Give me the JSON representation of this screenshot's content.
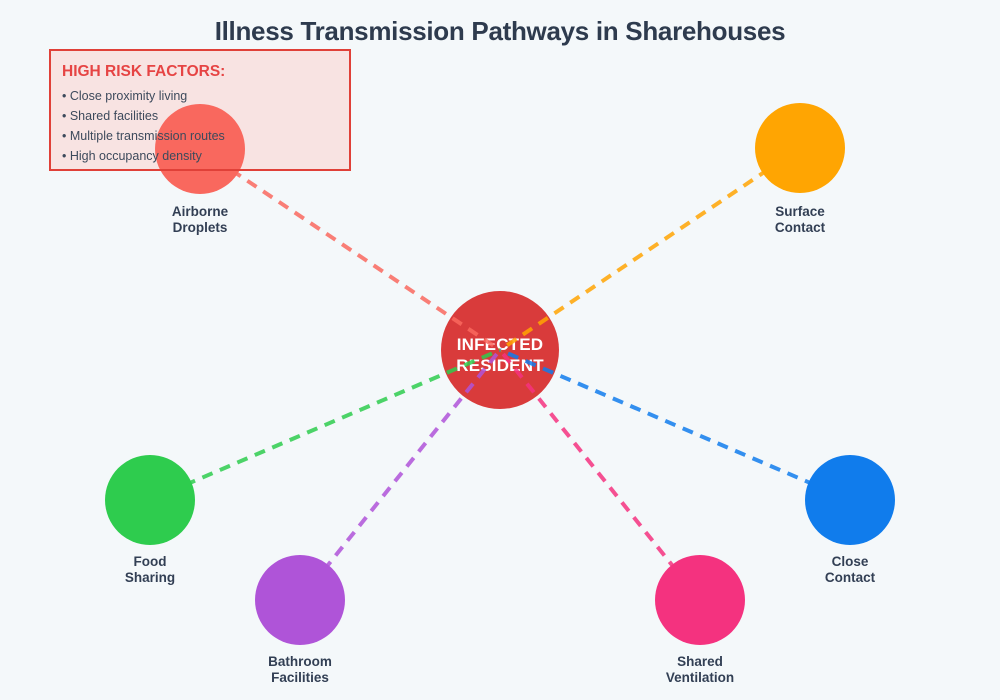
{
  "title": "Illness Transmission Pathways in Sharehouses",
  "background_color": "#F4F8FA",
  "title_color": "#2E3B4E",
  "label_color": "#323F54",
  "risk_box": {
    "title": "HIGH RISK FACTORS:",
    "title_color": "#E64444",
    "border_color": "#E04038",
    "fill_color": "#F8E3E2",
    "text_color": "#3D4A5C",
    "items": [
      "• Close proximity living",
      "• Shared facilities",
      "• Multiple transmission routes",
      "• High occupancy density"
    ]
  },
  "center_node": {
    "label_line1": "INFECTED",
    "label_line2": "RESIDENT",
    "color": "#D93B3B",
    "text_color": "#FFFFFF"
  },
  "pathways": [
    {
      "id": "airborne-droplets",
      "label_line1": "Airborne",
      "label_line2": "Droplets",
      "color": "#F9685E"
    },
    {
      "id": "surface-contact",
      "label_line1": "Surface",
      "label_line2": "Contact",
      "color": "#FFA502"
    },
    {
      "id": "food-sharing",
      "label_line1": "Food",
      "label_line2": "Sharing",
      "color": "#2ECC4E"
    },
    {
      "id": "bathroom-facilities",
      "label_line1": "Bathroom",
      "label_line2": "Facilities",
      "color": "#AF54D8"
    },
    {
      "id": "shared-ventilation",
      "label_line1": "Shared",
      "label_line2": "Ventilation",
      "color": "#F4327F"
    },
    {
      "id": "close-contact",
      "label_line1": "Close",
      "label_line2": "Contact",
      "color": "#107CEC"
    }
  ]
}
